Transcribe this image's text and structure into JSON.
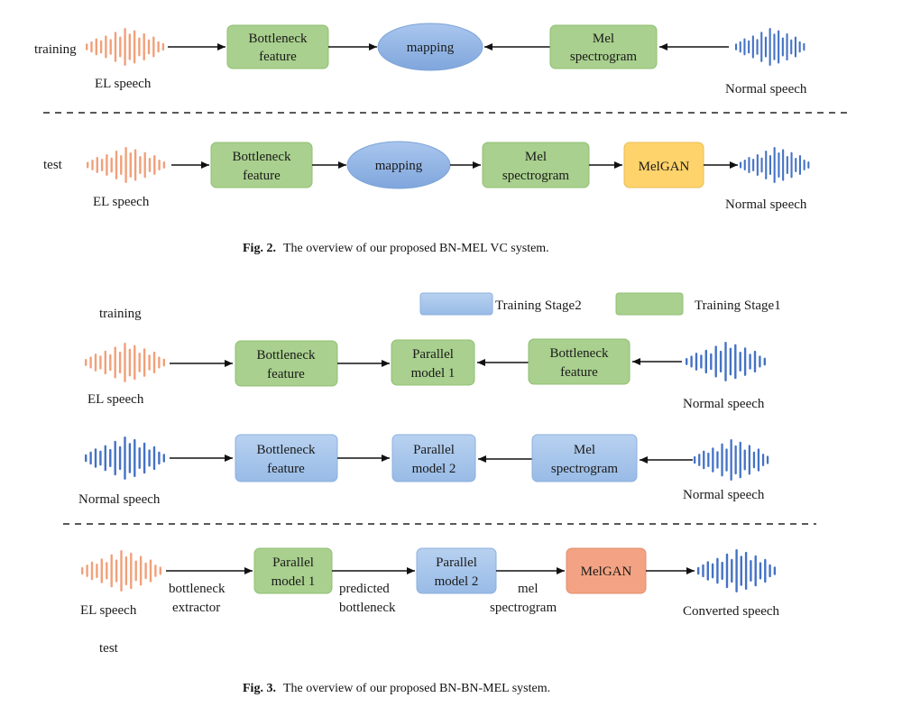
{
  "colors": {
    "green": "#a9d08e",
    "green_stroke": "#8fbf72",
    "blue_box": "#a7c5ea",
    "blue_stroke": "#8db0de",
    "ellipse_blue": "#8fb4e3",
    "yellow": "#ffd36b",
    "salmon": "#f3a383",
    "wave_orange": "#f0a07a",
    "wave_blue": "#4472c4"
  },
  "fig2": {
    "training": {
      "side_label": "training",
      "input_label": "EL speech",
      "bn_line1": "Bottleneck",
      "bn_line2": "feature",
      "mapping": "mapping",
      "mel_line1": "Mel",
      "mel_line2": "spectrogram",
      "output_label": "Normal speech"
    },
    "test": {
      "side_label": "test",
      "input_label": "EL speech",
      "bn_line1": "Bottleneck",
      "bn_line2": "feature",
      "mapping": "mapping",
      "mel_line1": "Mel",
      "mel_line2": "spectrogram",
      "vocoder": "MelGAN",
      "output_label": "Normal speech"
    },
    "caption_bold": "Fig. 2.",
    "caption_text": "The overview of our proposed BN-MEL VC system."
  },
  "fig3": {
    "legend": {
      "stage2": "Training Stage2",
      "stage1": "Training Stage1"
    },
    "training_label": "training",
    "row1": {
      "input_label": "EL speech",
      "bn_line1": "Bottleneck",
      "bn_line2": "feature",
      "pm_line1": "Parallel",
      "pm_line2": "model 1",
      "bn2_line1": "Bottleneck",
      "bn2_line2": "feature",
      "output_label": "Normal speech"
    },
    "row2": {
      "input_label": "Normal speech",
      "bn_line1": "Bottleneck",
      "bn_line2": "feature",
      "pm_line1": "Parallel",
      "pm_line2": "model 2",
      "mel_line1": "Mel",
      "mel_line2": "spectrogram",
      "output_label": "Normal speech"
    },
    "test": {
      "input_label": "EL speech",
      "extractor_line1": "bottleneck",
      "extractor_line2": "extractor",
      "pm1_line1": "Parallel",
      "pm1_line2": "model 1",
      "pred_line1": "predicted",
      "pred_line2": "bottleneck",
      "pm2_line1": "Parallel",
      "pm2_line2": "model 2",
      "mel_line1": "mel",
      "mel_line2": "spectrogram",
      "vocoder": "MelGAN",
      "output_label": "Converted speech",
      "side_label": "test"
    },
    "caption_bold": "Fig. 3.",
    "caption_text": "The overview of our proposed BN-BN-MEL system."
  }
}
